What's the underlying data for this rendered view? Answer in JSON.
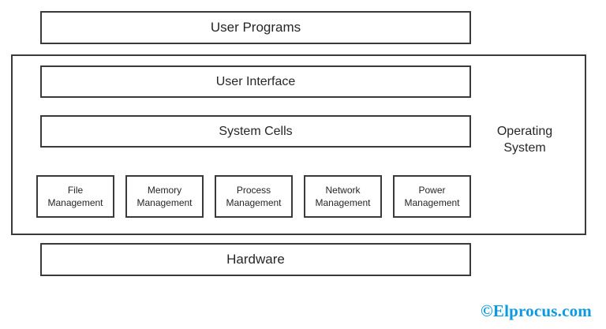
{
  "diagram": {
    "title_top": "User Programs",
    "os": {
      "label": "Operating\nSystem",
      "layers": [
        {
          "label": "User Interface"
        },
        {
          "label": "System Cells"
        }
      ],
      "modules": [
        {
          "line1": "File",
          "line2": "Management"
        },
        {
          "line1": "Memory",
          "line2": "Management"
        },
        {
          "line1": "Process",
          "line2": "Management"
        },
        {
          "line1": "Network",
          "line2": "Management"
        },
        {
          "line1": "Power",
          "line2": "Management"
        }
      ]
    },
    "title_bottom": "Hardware"
  },
  "watermark": {
    "text": "©Elprocus.com",
    "color": "#0a9ae0"
  },
  "colors": {
    "background": "#ffffff",
    "stroke": "#3a3a3a",
    "text": "#262626"
  }
}
